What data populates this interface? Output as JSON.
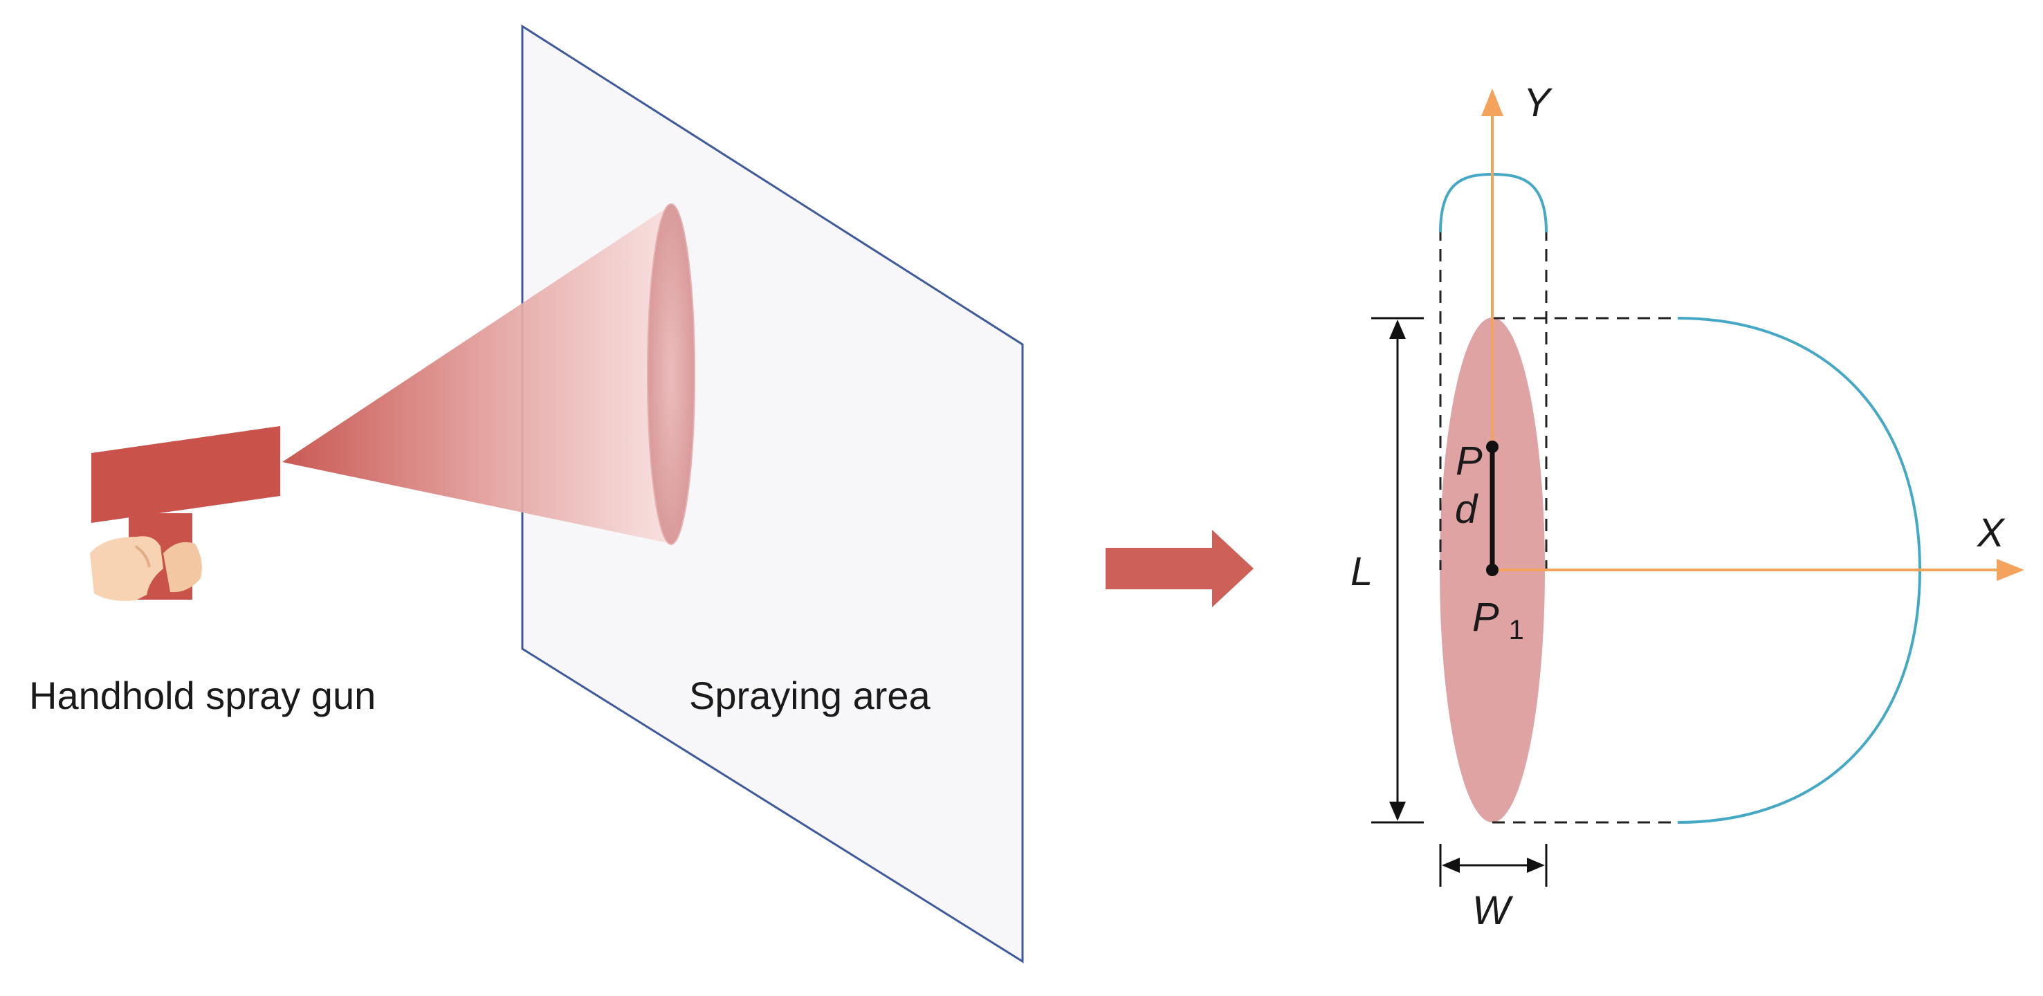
{
  "labels": {
    "gun_caption": "Handhold spray gun",
    "area_caption": "Spraying area"
  },
  "symbols": {
    "y_axis": "Y",
    "x_axis": "X",
    "point_p": "P",
    "point_p1_base": "P",
    "point_p1_sub": "1",
    "offset": "d",
    "length": "L",
    "width": "W"
  },
  "colors": {
    "gun": "#c9524a",
    "spray": "#d98a88",
    "spray_ellipse": "#dfa3a3",
    "axis": "#f3a35c",
    "profile_curve": "#45a9c6",
    "panel_edge": "#3f5a9a",
    "panel_fill": "#f7f7f9",
    "arrow": "#cd6157",
    "hand": "#f7d3b3"
  },
  "icons": {
    "spray_gun": "spray-gun-icon",
    "hand": "hand-icon",
    "direction_arrow": "right-arrow-icon"
  }
}
